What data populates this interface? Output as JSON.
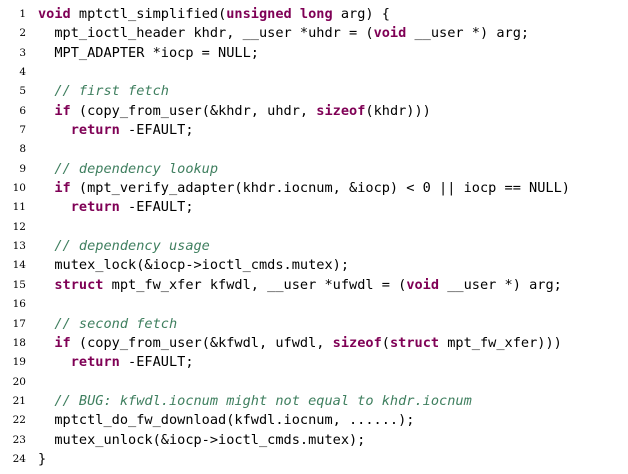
{
  "code": {
    "colors": {
      "keyword": "#7f0055",
      "comment": "#3f7f5f",
      "plain": "#000000",
      "line_number": "#000000",
      "background": "#ffffff"
    },
    "lines": [
      {
        "num": "1",
        "tokens": [
          {
            "t": "kw",
            "v": "void"
          },
          {
            "t": "pl",
            "v": " mptctl_simplified("
          },
          {
            "t": "kw",
            "v": "unsigned long"
          },
          {
            "t": "pl",
            "v": " arg) {"
          }
        ]
      },
      {
        "num": "2",
        "tokens": [
          {
            "t": "pl",
            "v": "  mpt_ioctl_header khdr, __user *uhdr = ("
          },
          {
            "t": "kw",
            "v": "void"
          },
          {
            "t": "pl",
            "v": " __user *) arg;"
          }
        ]
      },
      {
        "num": "3",
        "tokens": [
          {
            "t": "pl",
            "v": "  MPT_ADAPTER *iocp = NULL;"
          }
        ]
      },
      {
        "num": "4",
        "tokens": []
      },
      {
        "num": "5",
        "tokens": [
          {
            "t": "cm",
            "v": "  // first fetch"
          }
        ]
      },
      {
        "num": "6",
        "tokens": [
          {
            "t": "kw",
            "v": "  if"
          },
          {
            "t": "pl",
            "v": " (copy_from_user(&khdr, uhdr, "
          },
          {
            "t": "kw",
            "v": "sizeof"
          },
          {
            "t": "pl",
            "v": "(khdr)))"
          }
        ]
      },
      {
        "num": "7",
        "tokens": [
          {
            "t": "kw",
            "v": "    return"
          },
          {
            "t": "pl",
            "v": " -EFAULT;"
          }
        ]
      },
      {
        "num": "8",
        "tokens": []
      },
      {
        "num": "9",
        "tokens": [
          {
            "t": "cm",
            "v": "  // dependency lookup"
          }
        ]
      },
      {
        "num": "10",
        "tokens": [
          {
            "t": "kw",
            "v": "  if"
          },
          {
            "t": "pl",
            "v": " (mpt_verify_adapter(khdr.iocnum, &iocp) < 0 || iocp == NULL)"
          }
        ]
      },
      {
        "num": "11",
        "tokens": [
          {
            "t": "kw",
            "v": "    return"
          },
          {
            "t": "pl",
            "v": " -EFAULT;"
          }
        ]
      },
      {
        "num": "12",
        "tokens": []
      },
      {
        "num": "13",
        "tokens": [
          {
            "t": "cm",
            "v": "  // dependency usage"
          }
        ]
      },
      {
        "num": "14",
        "tokens": [
          {
            "t": "pl",
            "v": "  mutex_lock(&iocp->ioctl_cmds.mutex);"
          }
        ]
      },
      {
        "num": "15",
        "tokens": [
          {
            "t": "kw",
            "v": "  struct"
          },
          {
            "t": "pl",
            "v": " mpt_fw_xfer kfwdl, __user *ufwdl = ("
          },
          {
            "t": "kw",
            "v": "void"
          },
          {
            "t": "pl",
            "v": " __user *) arg;"
          }
        ]
      },
      {
        "num": "16",
        "tokens": []
      },
      {
        "num": "17",
        "tokens": [
          {
            "t": "cm",
            "v": "  // second fetch"
          }
        ]
      },
      {
        "num": "18",
        "tokens": [
          {
            "t": "kw",
            "v": "  if"
          },
          {
            "t": "pl",
            "v": " (copy_from_user(&kfwdl, ufwdl, "
          },
          {
            "t": "kw",
            "v": "sizeof"
          },
          {
            "t": "pl",
            "v": "("
          },
          {
            "t": "kw",
            "v": "struct"
          },
          {
            "t": "pl",
            "v": " mpt_fw_xfer)))"
          }
        ]
      },
      {
        "num": "19",
        "tokens": [
          {
            "t": "kw",
            "v": "    return"
          },
          {
            "t": "pl",
            "v": " -EFAULT;"
          }
        ]
      },
      {
        "num": "20",
        "tokens": []
      },
      {
        "num": "21",
        "tokens": [
          {
            "t": "cm",
            "v": "  // BUG: kfwdl.iocnum might not equal to khdr.iocnum"
          }
        ]
      },
      {
        "num": "22",
        "tokens": [
          {
            "t": "pl",
            "v": "  mptctl_do_fw_download(kfwdl.iocnum, ......);"
          }
        ]
      },
      {
        "num": "23",
        "tokens": [
          {
            "t": "pl",
            "v": "  mutex_unlock(&iocp->ioctl_cmds.mutex);"
          }
        ]
      },
      {
        "num": "24",
        "tokens": [
          {
            "t": "pl",
            "v": "}"
          }
        ]
      }
    ]
  }
}
